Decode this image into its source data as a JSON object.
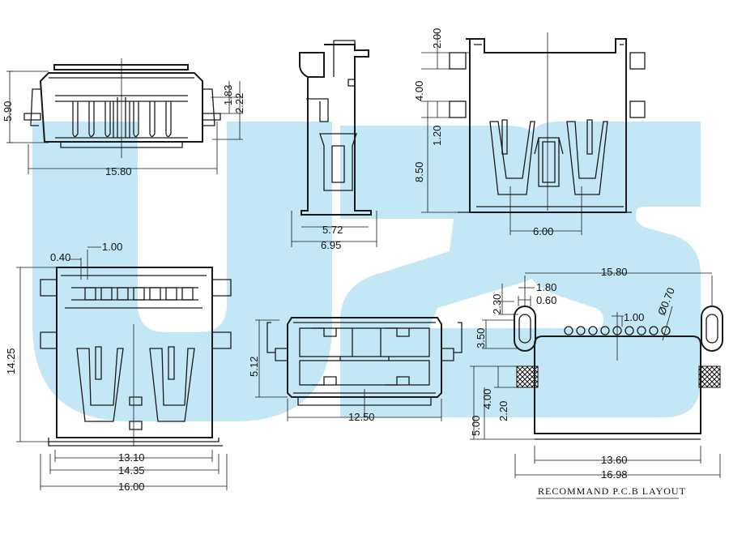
{
  "watermark": {
    "text": "U2S",
    "color": "#bfe6f3"
  },
  "dims": {
    "d590": "5.90",
    "d183": "1.83",
    "d222": "2.22",
    "d1580a": "15.80",
    "d200": "2.00",
    "d400a": "4.00",
    "d120": "1.20",
    "d850": "8.50",
    "d572": "5.72",
    "d695": "6.95",
    "d600": "6.00",
    "d040": "0.40",
    "d100a": "1.00",
    "d1425": "14.25",
    "d1310": "13.10",
    "d1435": "14.35",
    "d1600": "16.00",
    "d512": "5.12",
    "d1250": "12.50",
    "d1580b": "15.80",
    "d180": "1.80",
    "d060": "0.60",
    "d230": "2.30",
    "d070": "Ø0.70",
    "d100b": "1.00",
    "d350": "3.50",
    "d400b": "4.00",
    "d220": "2.20",
    "d500": "5.00",
    "d1360": "13.60",
    "d1698": "16.98"
  },
  "caption": "RECOMMAND P.C.B LAYOUT"
}
